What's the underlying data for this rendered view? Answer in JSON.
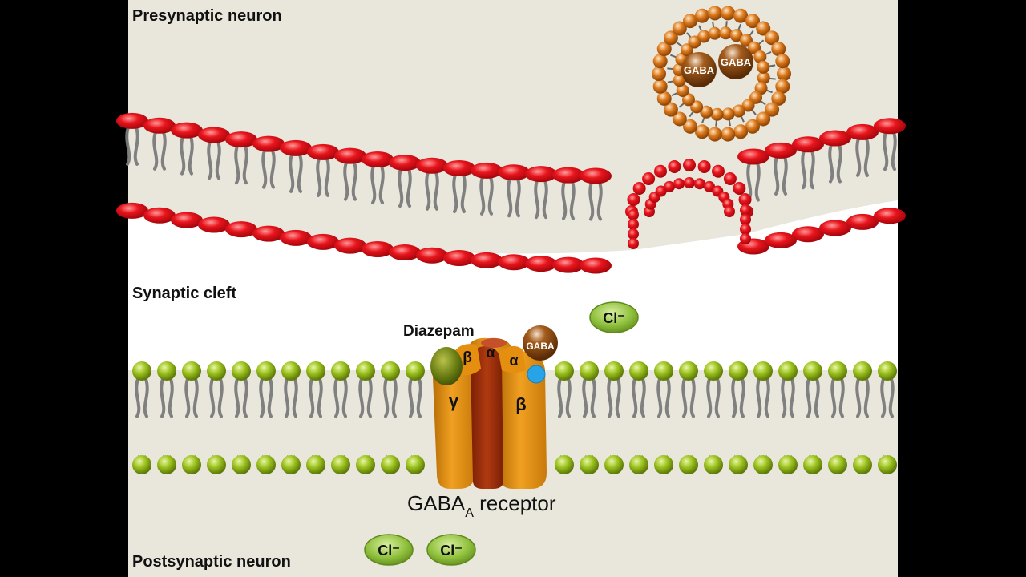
{
  "labels": {
    "presynaptic": "Presynaptic neuron",
    "synaptic_cleft": "Synaptic cleft",
    "postsynaptic": "Postsynaptic neuron",
    "diazepam": "Diazepam",
    "receptor_main": "GABA",
    "receptor_sub": "A",
    "receptor_suffix": " receptor"
  },
  "vesicle": {
    "contents": [
      "GABA",
      "GABA"
    ]
  },
  "bound_ligand": "GABA",
  "subunits": {
    "gamma": "γ",
    "beta_left": "β",
    "alpha_left": "α",
    "alpha_right": "α",
    "beta_right": "β"
  },
  "ions": [
    "Cl⁻",
    "Cl⁻",
    "Cl⁻"
  ],
  "colors": {
    "background": "#e9e6dc",
    "cleft": "#ffffff",
    "pre_head": "#e0121a",
    "post_head": "#8eb51a",
    "vesicle_head": "#d3731a",
    "gaba": "#8a4a12",
    "receptor_orange": "#e5900d",
    "receptor_core": "#9a2e0c",
    "diazepam": "#6a7d12",
    "binding_site": "#27a3e8",
    "ion": "#8fc03c"
  }
}
